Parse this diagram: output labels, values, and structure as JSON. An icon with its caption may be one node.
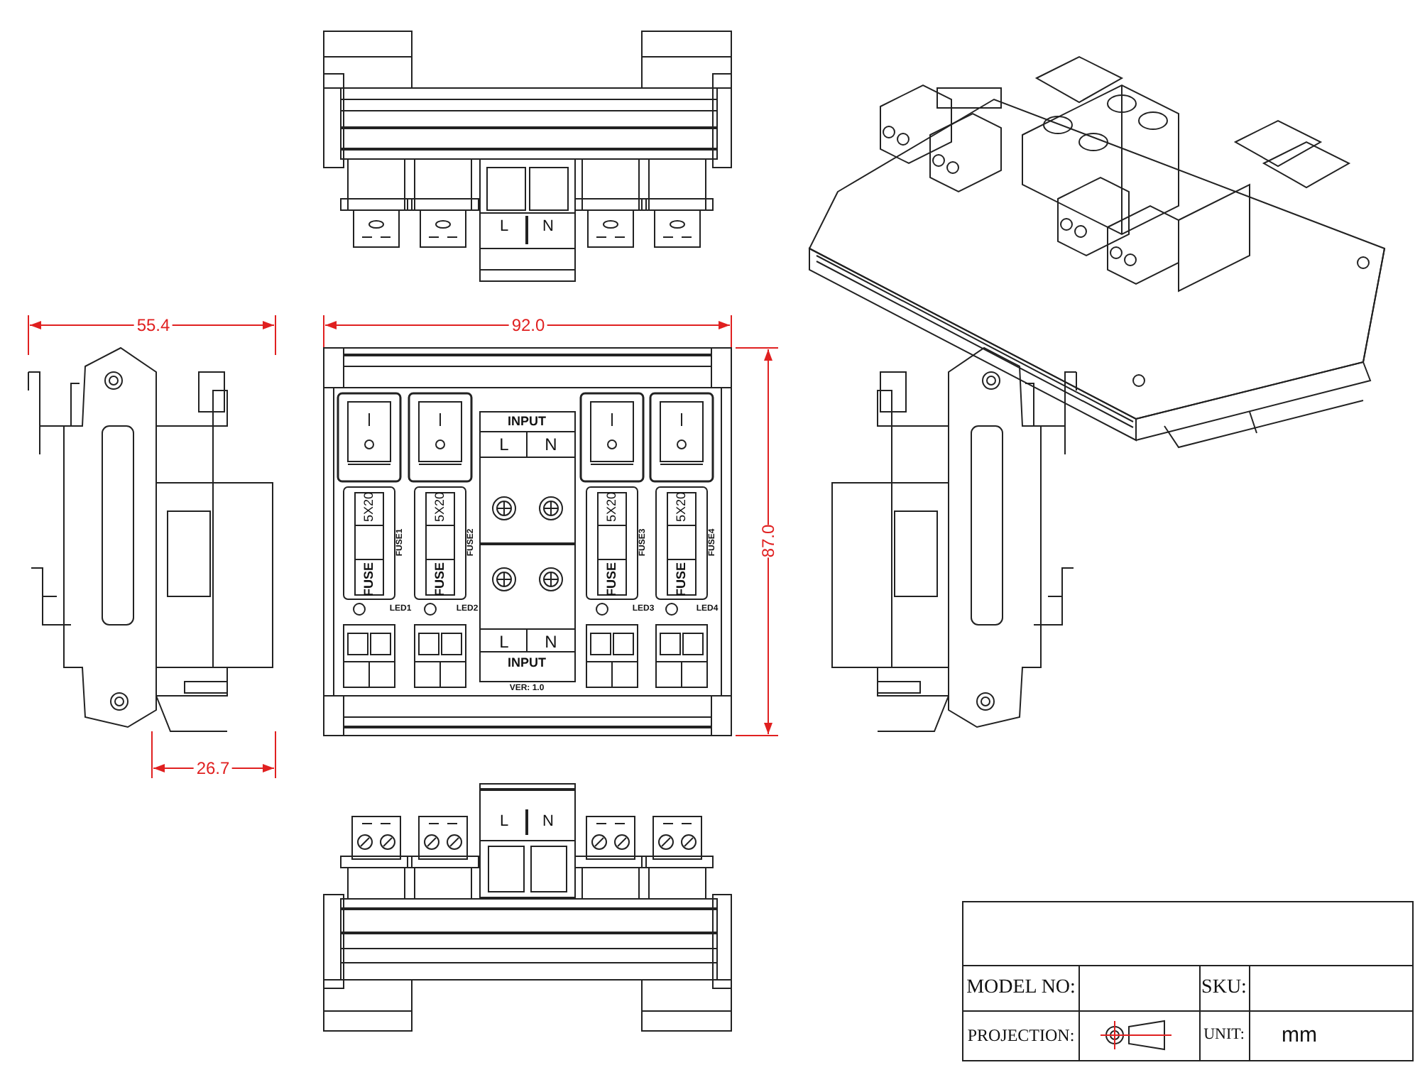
{
  "diagram": {
    "labels": [
      "L",
      "N",
      "55.4",
      "92.0",
      "INPUT",
      "L",
      "N",
      "5X20",
      "5X20",
      "5X20",
      "5X20",
      "FUSE1",
      "FUSE2",
      "FUSE3",
      "FUSE4",
      "87.0",
      "FUSE",
      "FUSE",
      "FUSE",
      "FUSE",
      "LED1",
      "LED2",
      "LED3",
      "LED4",
      "L",
      "N",
      "INPUT",
      "VER: 1.0",
      "26.7",
      "L",
      "N",
      "MODEL NO:",
      "SKU:",
      "PROJECTION:",
      "UNIT:",
      "mm"
    ]
  }
}
